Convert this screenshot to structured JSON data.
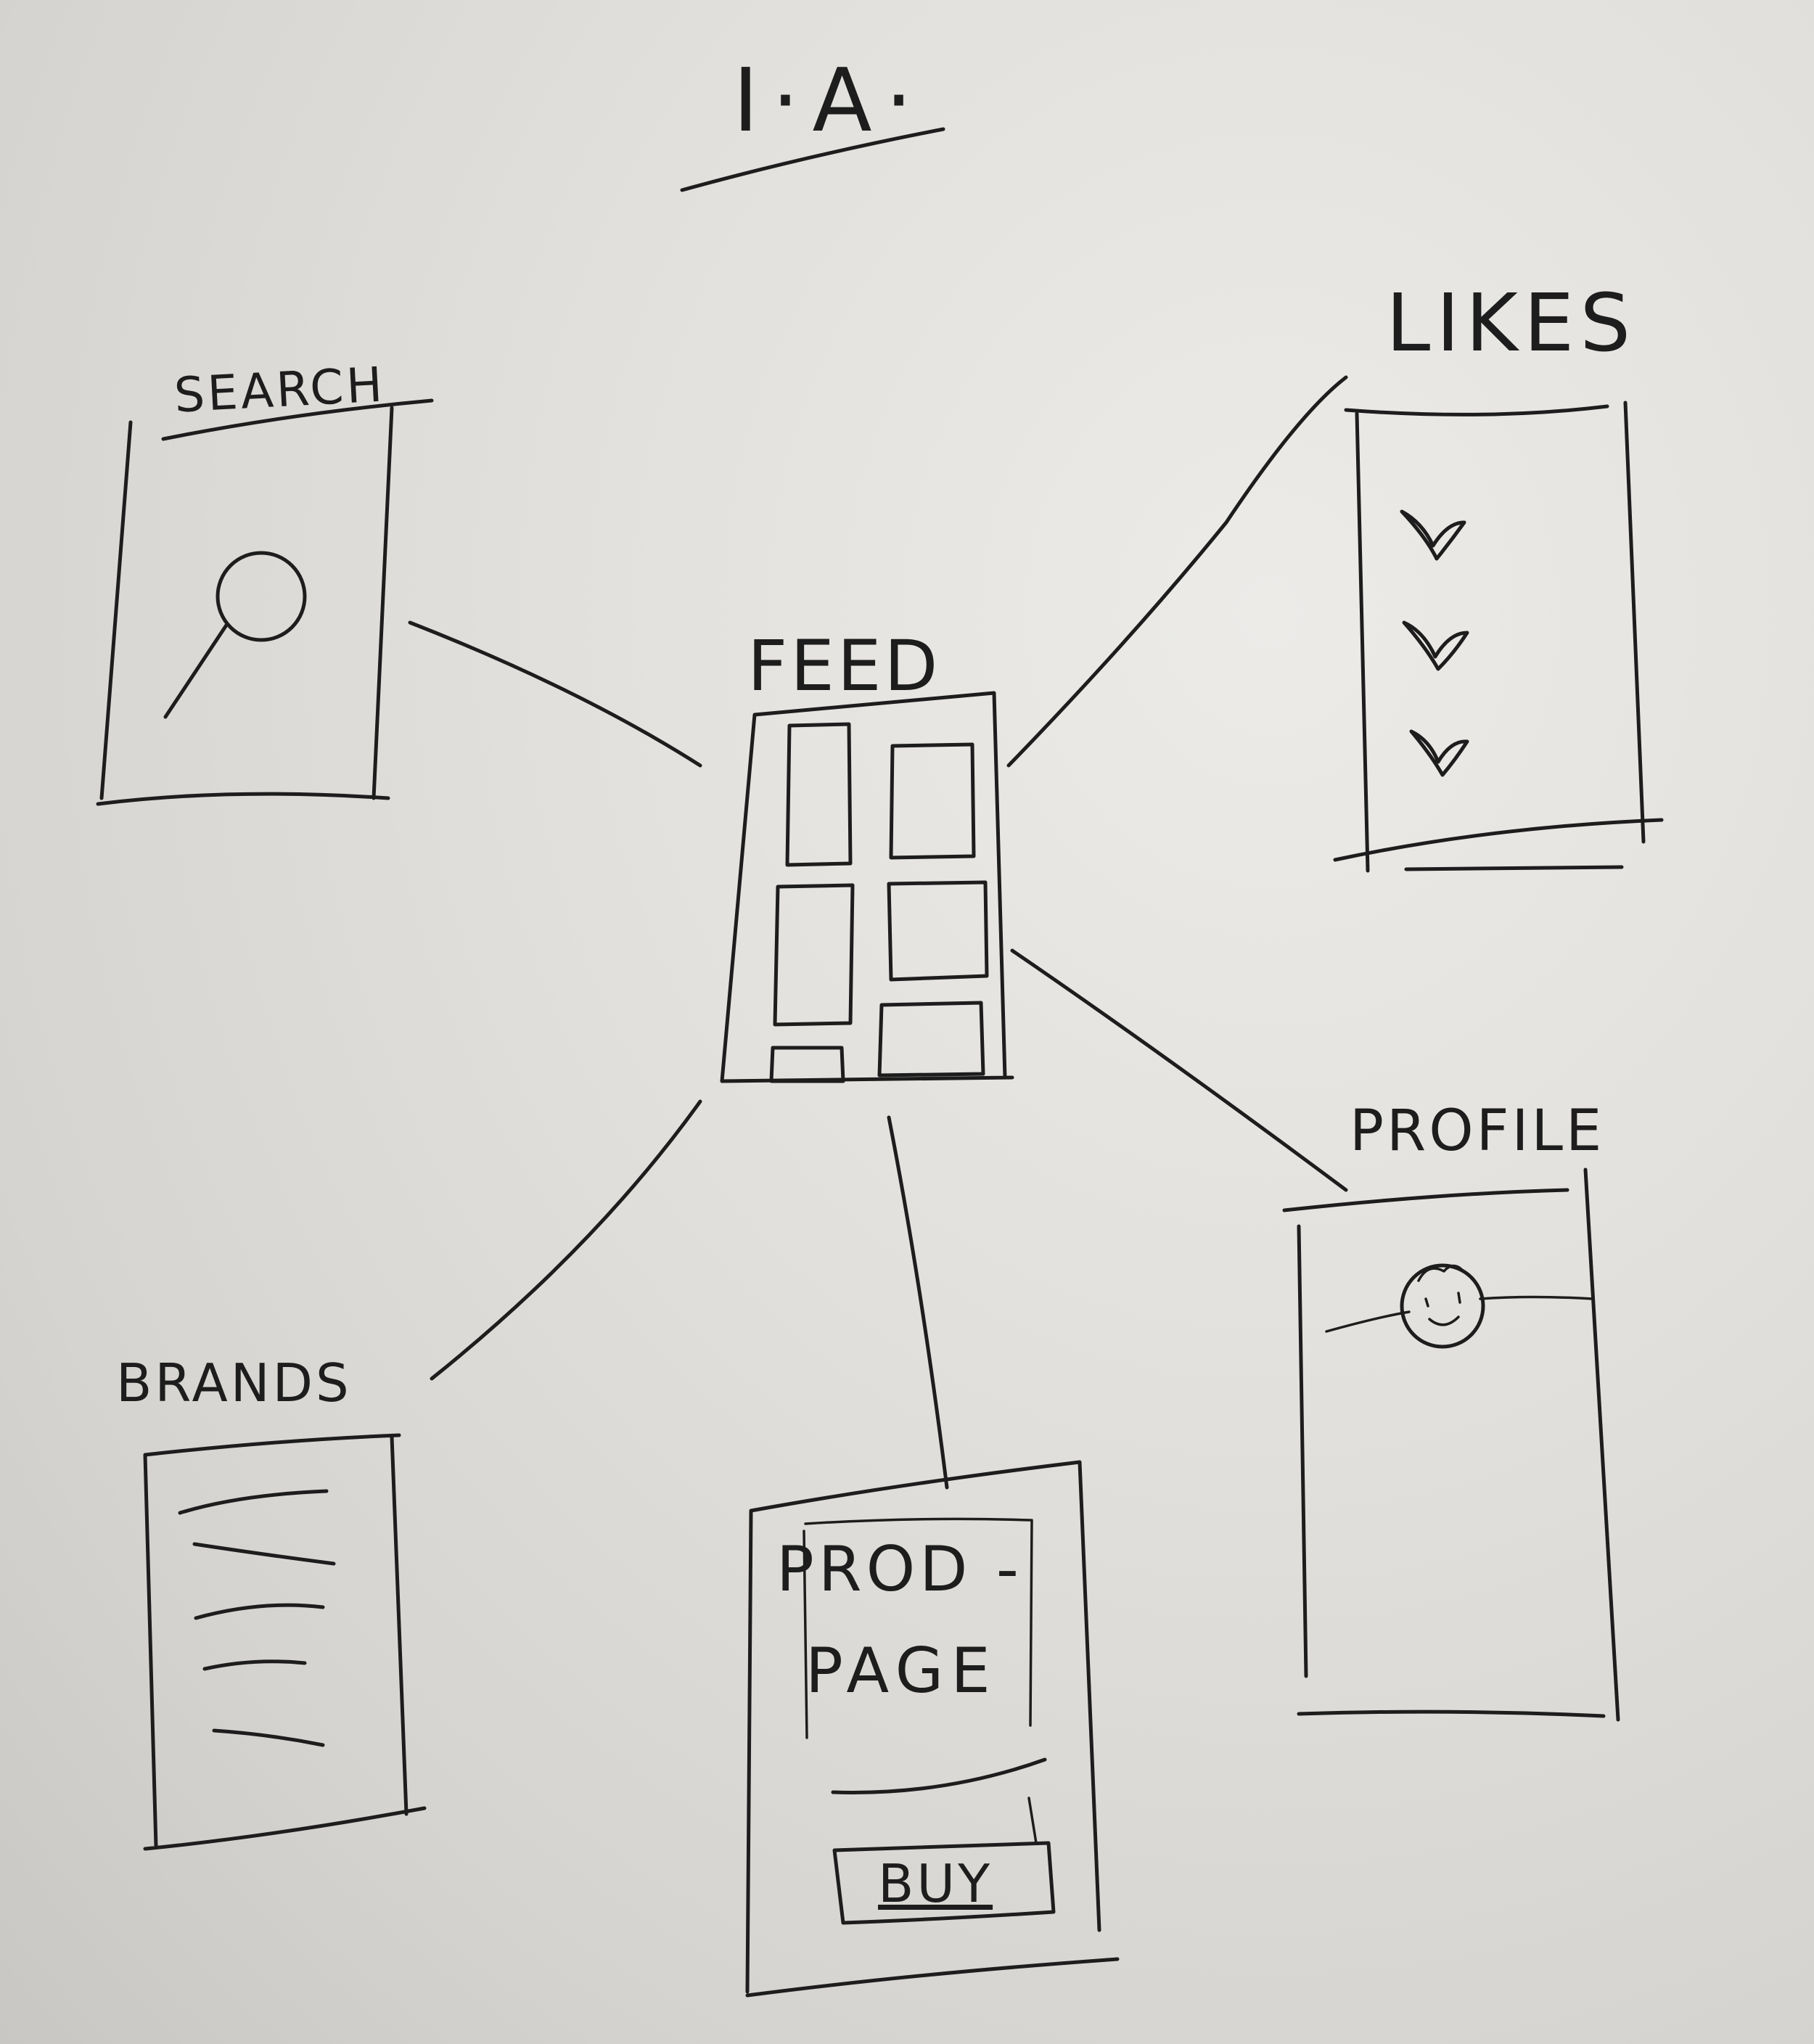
{
  "diagram": {
    "title": "I·A·",
    "nodes": {
      "feed": "FEED",
      "search": "SEARCH",
      "likes": "LIKES",
      "profile": "PROFILE",
      "brands": "BRANDS",
      "product_line1": "PROD -",
      "product_line2": "PAGE",
      "buy_button": "BUY"
    },
    "edges": [
      [
        "FEED",
        "SEARCH"
      ],
      [
        "FEED",
        "LIKES"
      ],
      [
        "FEED",
        "PROFILE"
      ],
      [
        "FEED",
        "BRANDS"
      ],
      [
        "FEED",
        "PROD - PAGE"
      ]
    ],
    "icons": {
      "search": "magnifier-icon",
      "likes": "heart-icon",
      "profile": "smiley-face-icon"
    },
    "ink_color": "#1d1d1d",
    "paper_color": "#e4e2de"
  }
}
